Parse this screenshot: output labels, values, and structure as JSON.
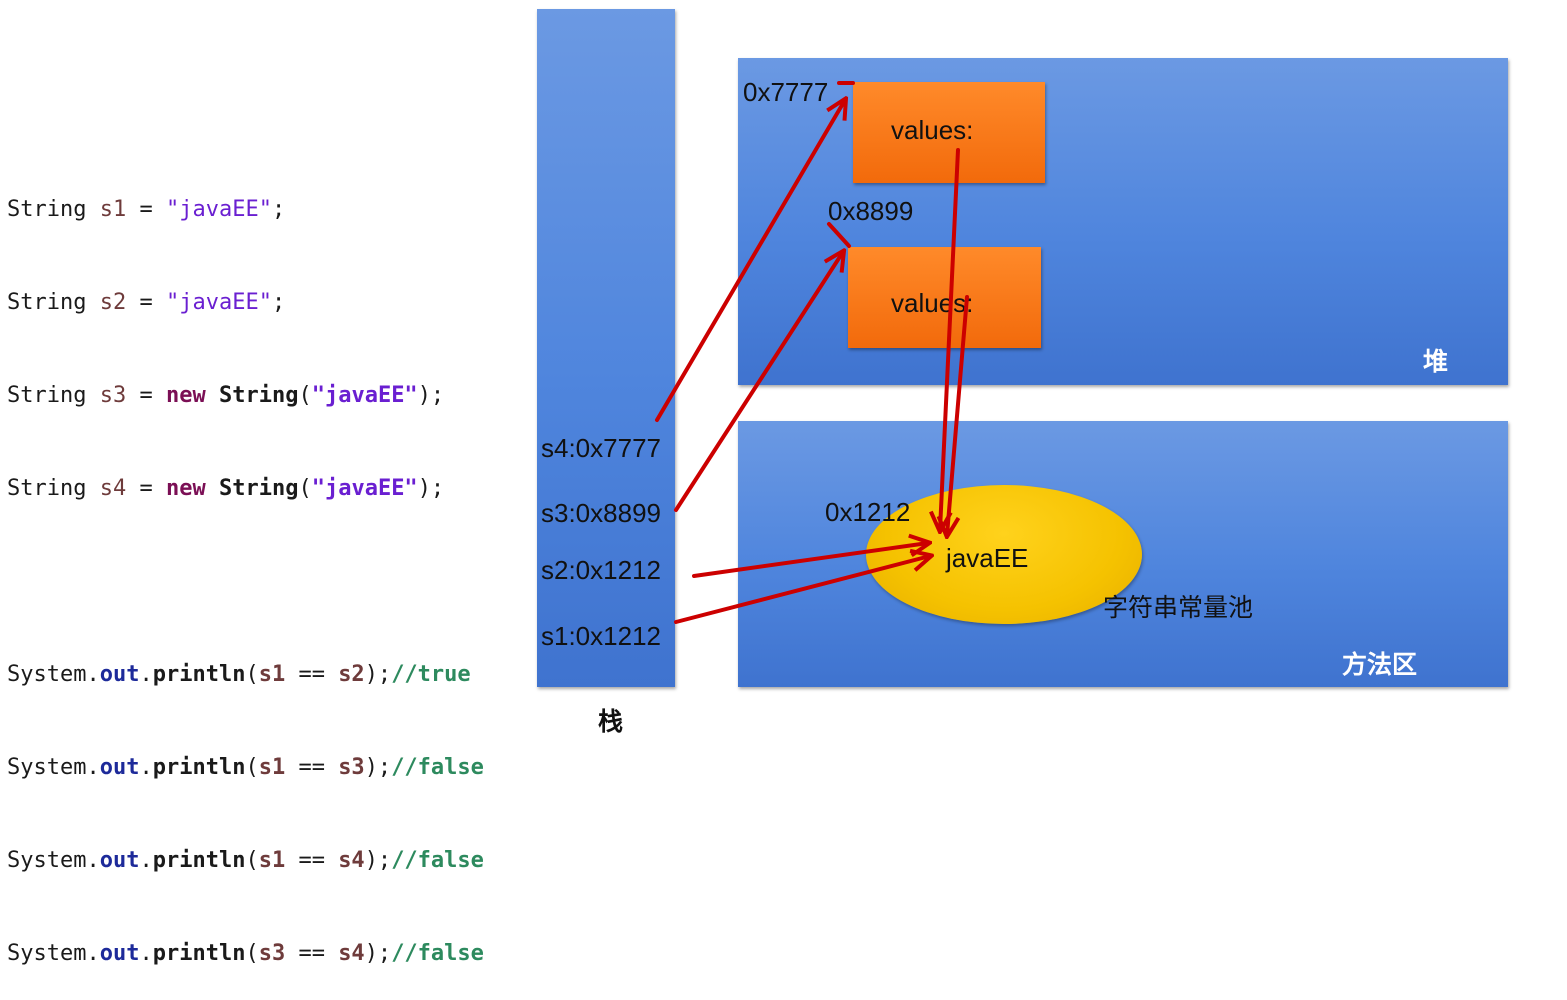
{
  "code": {
    "decl": [
      {
        "type": "String",
        "var": "s1",
        "eq": " = ",
        "value": "\"javaEE\"",
        "end": ";"
      },
      {
        "type": "String",
        "var": "s2",
        "eq": " = ",
        "value": "\"javaEE\"",
        "end": ";"
      },
      {
        "type": "String",
        "var": "s3",
        "eq": " = ",
        "kw": "new",
        "cls": "String",
        "open": "(",
        "value": "\"javaEE\"",
        "close": ");"
      },
      {
        "type": "String",
        "var": "s4",
        "eq": " = ",
        "kw": "new",
        "cls": "String",
        "open": "(",
        "value": "\"javaEE\"",
        "close": ");"
      }
    ],
    "prints": [
      {
        "obj": "System",
        "dot1": ".",
        "field": "out",
        "dot2": ".",
        "method": "println",
        "open": "(",
        "a": "s1",
        "op": " == ",
        "b": "s2",
        "close": ");",
        "comment": "//true"
      },
      {
        "obj": "System",
        "dot1": ".",
        "field": "out",
        "dot2": ".",
        "method": "println",
        "open": "(",
        "a": "s1",
        "op": " == ",
        "b": "s3",
        "close": ");",
        "comment": "//false"
      },
      {
        "obj": "System",
        "dot1": ".",
        "field": "out",
        "dot2": ".",
        "method": "println",
        "open": "(",
        "a": "s1",
        "op": " == ",
        "b": "s4",
        "close": ");",
        "comment": "//false"
      },
      {
        "obj": "System",
        "dot1": ".",
        "field": "out",
        "dot2": ".",
        "method": "println",
        "open": "(",
        "a": "s3",
        "op": " == ",
        "b": "s4",
        "close": ");",
        "comment": "//false"
      }
    ]
  },
  "stack": {
    "label": "栈",
    "entries": [
      "s4:0x7777",
      "s3:0x8899",
      "s2:0x1212",
      "s1:0x1212"
    ]
  },
  "heap": {
    "label": "堆",
    "objects": [
      {
        "address": "0x7777",
        "field": "values:"
      },
      {
        "address": "0x8899",
        "field": "values:"
      }
    ]
  },
  "method_area": {
    "label": "方法区",
    "pool_label": "字符串常量池",
    "pool_address": "0x1212",
    "pool_value": "javaEE"
  },
  "colors": {
    "region_blue": "#4f85dd",
    "object_orange": "#f26a0b",
    "pool_yellow": "#f5c200",
    "arrow_red": "#cc0000"
  }
}
